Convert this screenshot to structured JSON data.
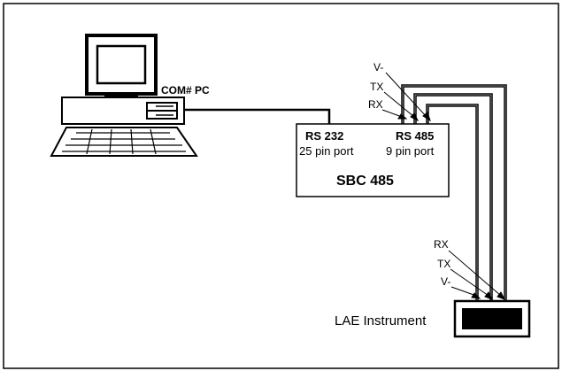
{
  "diagram": {
    "pc_label": "COM# PC",
    "sbc": {
      "rs232_title": "RS 232",
      "rs232_sub": "25 pin port",
      "rs485_title": "RS 485",
      "rs485_sub": "9 pin port",
      "name": "SBC 485"
    },
    "top_signals": [
      "V-",
      "TX",
      "RX"
    ],
    "bottom_signals": [
      "RX",
      "TX",
      "V-"
    ],
    "instrument_label": "LAE Instrument"
  }
}
